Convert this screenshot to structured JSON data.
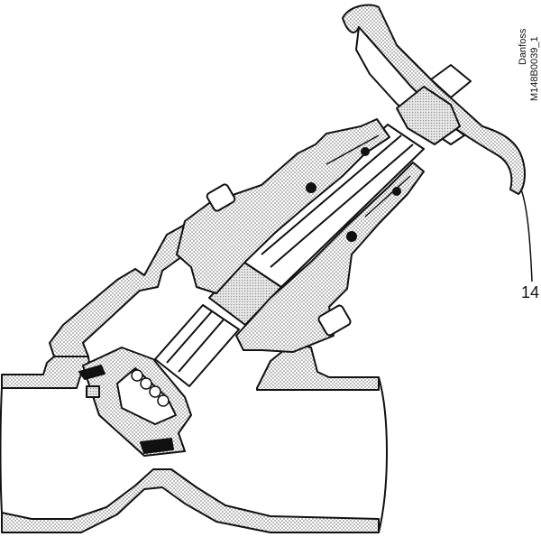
{
  "diagram": {
    "type": "valve-cross-section",
    "callout": "14",
    "brand_text": "Danfoss",
    "drawing_code": "M148B0039_1",
    "colors": {
      "line": "#111111",
      "hatch": "#8c8c8c",
      "background": "#ffffff"
    }
  }
}
